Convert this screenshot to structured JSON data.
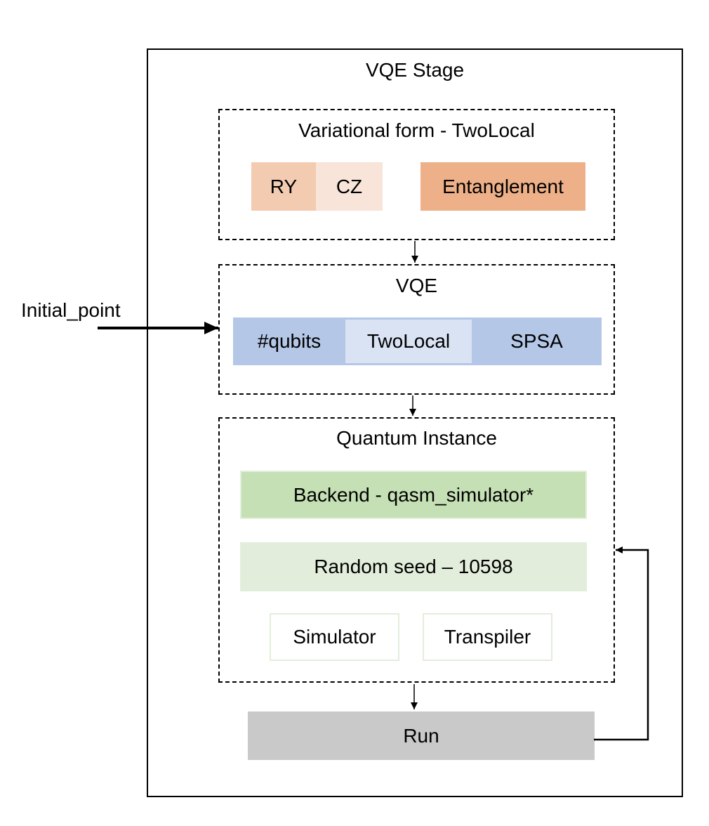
{
  "diagram": {
    "stage_title": "VQE Stage",
    "external_input": "Initial_point",
    "variational_form": {
      "title": "Variational form - TwoLocal",
      "cells": [
        {
          "label": "RY",
          "color": "#f3cbb1"
        },
        {
          "label": "CZ",
          "color": "#f8e4d8"
        },
        {
          "label": "Entanglement",
          "color": "#edb088"
        }
      ]
    },
    "vqe": {
      "title": "VQE",
      "strip_color": "#b4c7e7",
      "cells": [
        {
          "label": "#qubits",
          "color": "#b4c7e7"
        },
        {
          "label": "TwoLocal",
          "color": "#dae3f3"
        },
        {
          "label": "SPSA",
          "color": "#b4c7e7"
        }
      ]
    },
    "quantum_instance": {
      "title": "Quantum Instance",
      "backend": {
        "label": "Backend - qasm_simulator*",
        "color": "#c5e0b4"
      },
      "seed": {
        "label": "Random seed – 10598",
        "color": "#e2eedb"
      },
      "components": [
        {
          "label": "Simulator"
        },
        {
          "label": "Transpiler"
        }
      ]
    },
    "run": {
      "label": "Run",
      "color": "#c9c9c9"
    }
  }
}
